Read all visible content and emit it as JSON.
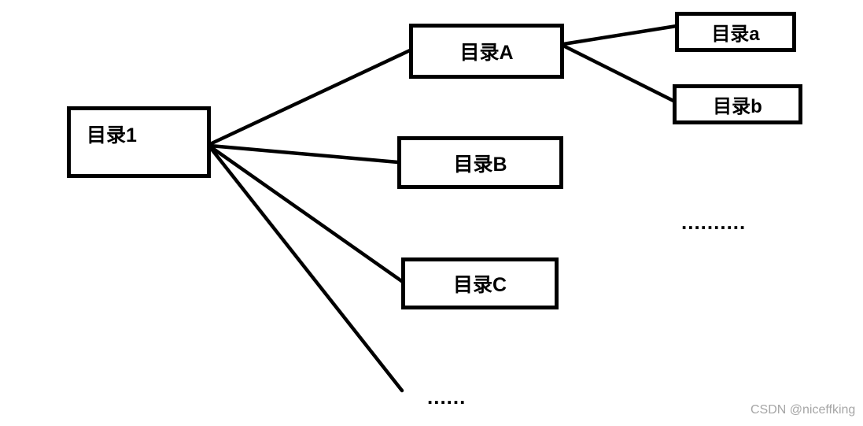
{
  "diagram": {
    "type": "tree",
    "root": {
      "label": "目录1"
    },
    "level1": {
      "a": {
        "label": "目录A"
      },
      "b": {
        "label": "目录B"
      },
      "c": {
        "label": "目录C"
      },
      "more": {
        "label": "......"
      }
    },
    "level2": {
      "a": {
        "label": "目录a"
      },
      "b": {
        "label": "目录b"
      },
      "more": {
        "label": ".........."
      }
    },
    "edges": [
      "目录1-目录A",
      "目录1-目录B",
      "目录1-目录C",
      "目录1-ellipsis",
      "目录A-目录a",
      "目录A-目录b"
    ],
    "colors": {
      "line": "#000000",
      "box_border": "#000000",
      "box_fill": "#ffffff",
      "text": "#000000",
      "watermark": "#a6a6a6"
    }
  },
  "watermark": {
    "text": "CSDN @niceffking"
  }
}
